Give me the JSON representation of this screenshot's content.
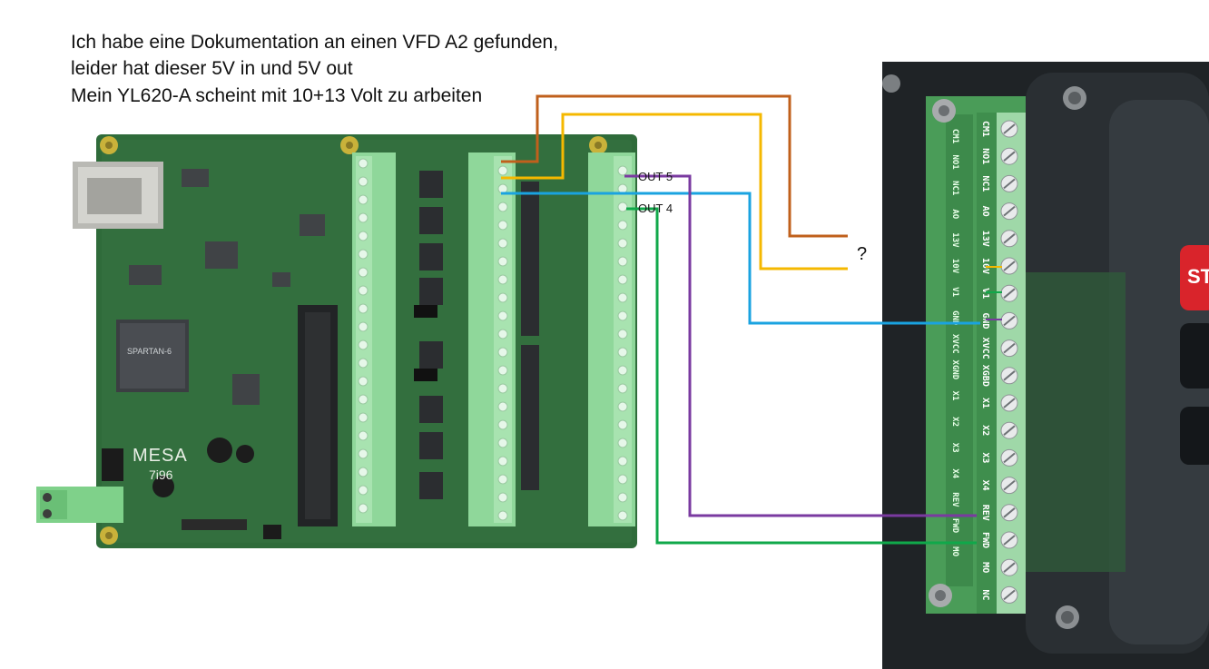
{
  "notes": [
    "Ich habe eine Dokumentation an einen VFD A2 gefunden,",
    "leider hat dieser  5V in und 5V out",
    "Mein YL620-A scheint mit 10+13 Volt zu arbeiten"
  ],
  "labels": {
    "out5": "OUT 5",
    "out4": "OUT 4",
    "question": "?"
  },
  "mesa_board": {
    "logo": "MESA",
    "model": "7i96",
    "chip": "SPARTAN-6"
  },
  "vfd": {
    "terminals_inner": [
      "CM1",
      "NO1",
      "NC1",
      "AO",
      "13V",
      "10V",
      "V1",
      "GND",
      "XVCC",
      "XGND",
      "X1",
      "X2",
      "X3",
      "X4",
      "REV",
      "FWD",
      "MO"
    ],
    "terminals_outer": [
      "CM1",
      "NO1",
      "NC1",
      "AO",
      "13V",
      "10V",
      "V1",
      "GND",
      "XVCC",
      "XGBD",
      "X1",
      "X2",
      "X3",
      "X4",
      "REV",
      "FWD",
      "MO",
      "NC"
    ],
    "stop_text": "STO"
  },
  "wire_colors": {
    "brown": "#c0601c",
    "yellow": "#f5b800",
    "blue": "#1aa3e0",
    "purple": "#7a3aa0",
    "green": "#10a84a"
  }
}
